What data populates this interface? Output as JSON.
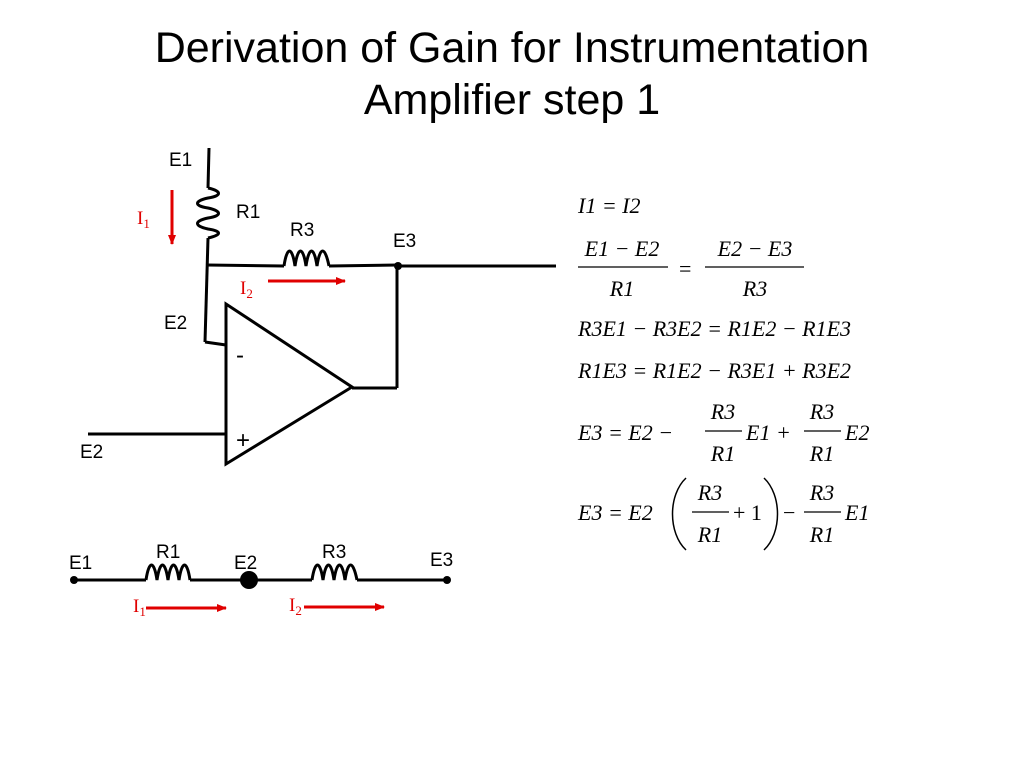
{
  "title": {
    "line1": "Derivation of Gain for Instrumentation",
    "line2": "Amplifier step 1"
  },
  "circuit": {
    "node_e1": "E1",
    "resistor_r1": "R1",
    "resistor_r3": "R3",
    "node_e3": "E3",
    "node_e2_inv": "E2",
    "node_e2_noninv": "E2",
    "minus_sign": "-",
    "plus_sign": "+",
    "current_i1": {
      "base": "I",
      "sub": "1"
    },
    "current_i2": {
      "base": "I",
      "sub": "2"
    }
  },
  "series_diagram": {
    "node_e1": "E1",
    "resistor_r1": "R1",
    "node_e2": "E2",
    "resistor_r3": "R3",
    "node_e3": "E3",
    "current_i1": {
      "base": "I",
      "sub": "1"
    },
    "current_i2": {
      "base": "I",
      "sub": "2"
    }
  },
  "equations": {
    "eq1": "I1 = I2",
    "eq2_left_num": "E1 − E2",
    "eq2_left_den": "R1",
    "eq2_equals": "=",
    "eq2_right_num": "E2 − E3",
    "eq2_right_den": "R3",
    "eq3": "R3E1 − R3E2 = R1E2 − R1E3",
    "eq4": "R1E3 = R1E2 − R3E1 + R3E2",
    "eq5_lhs": "E3 = E2 −",
    "eq5_f1_num": "R3",
    "eq5_f1_den": "R1",
    "eq5_mid": "E1 +",
    "eq5_f2_num": "R3",
    "eq5_f2_den": "R1",
    "eq5_tail": "E2",
    "eq6_lhs": "E3 = E2",
    "eq6_f1_num": "R3",
    "eq6_f1_den": "R1",
    "eq6_plus_one": "+ 1",
    "eq6_minus": "−",
    "eq6_f2_num": "R3",
    "eq6_f2_den": "R1",
    "eq6_tail": "E1"
  },
  "colors": {
    "current_arrow": "#e00000",
    "wire": "#000000"
  }
}
